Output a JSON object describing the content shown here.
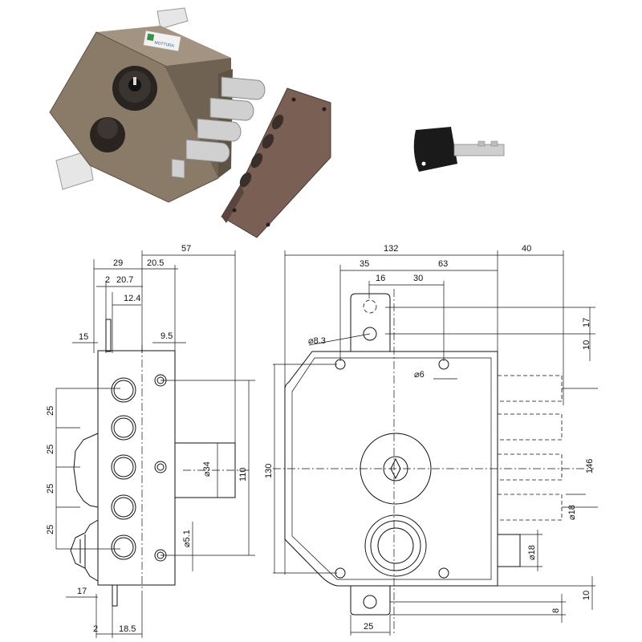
{
  "brand": {
    "logo_text": "MOTTURA"
  },
  "dims_side": {
    "d57": "57",
    "d29": "29",
    "d20_5": "20.5",
    "d2_top": "2",
    "d20_7": "20.7",
    "d12_4": "12.4",
    "d15": "15",
    "d9_5": "9.5",
    "d25a": "25",
    "d25b": "25",
    "d25c": "25",
    "d25d": "25",
    "d34": "⌀34",
    "d110": "110",
    "d5_1": "⌀5.1",
    "d17": "17",
    "d2_bot": "2",
    "d18_5": "18.5"
  },
  "dims_front": {
    "d132": "132",
    "d40": "40",
    "d35": "35",
    "d63": "63",
    "d16": "16",
    "d30": "30",
    "d8_3": "⌀8.3",
    "d6": "⌀6",
    "d17": "17",
    "d10_top": "10",
    "d130": "130",
    "d146": "146",
    "d18a": "⌀18",
    "d18b": "⌀18",
    "d10_bot": "10",
    "d8": "8",
    "d25": "25"
  },
  "colors": {
    "lock_body": "#8a7a68",
    "line": "#111111",
    "strike_plate": "#7a5f55",
    "key_head": "#1a1a1a"
  }
}
